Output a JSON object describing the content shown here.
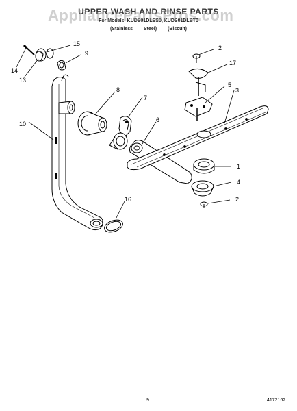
{
  "header": {
    "title": "UPPER WASH AND RINSE PARTS",
    "models": "For Models: KUDS01DLSS0, KUDS01DLBT0",
    "variants": [
      "(Stainless Steel)",
      "(Biscuit)"
    ]
  },
  "watermark": "AppliancePartsPros.com",
  "callouts": [
    "15",
    "9",
    "14",
    "13",
    "8",
    "7",
    "10",
    "6",
    "2",
    "17",
    "5",
    "3",
    "1",
    "4",
    "2",
    "16"
  ],
  "footer": {
    "page_number": "9",
    "figure_number": "4172162"
  },
  "colors": {
    "line": "#000000",
    "background": "#ffffff",
    "watermark": "#969696"
  }
}
